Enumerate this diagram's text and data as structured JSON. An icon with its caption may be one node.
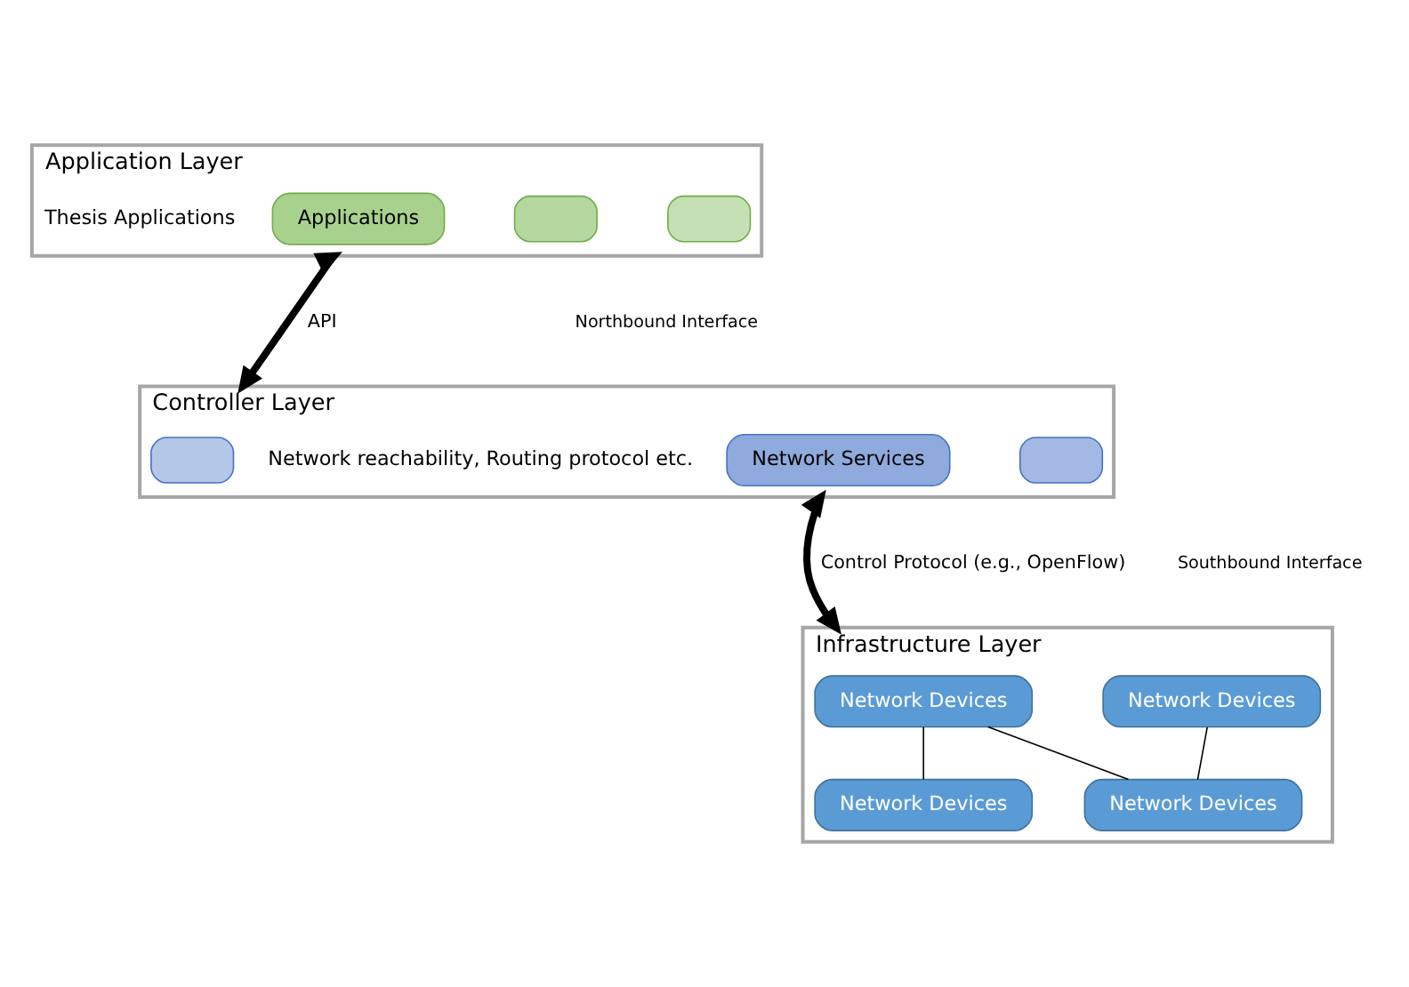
{
  "diagram": {
    "nodes": [
      {
        "text": [
          "Application Layer"
        ]
      },
      {
        "text": [],
        "shape": "box",
        "in": 0
      },
      {
        "text": [],
        "shape": "box",
        "in": 0
      },
      {
        "text": [
          "Applications"
        ],
        "in": 0,
        "beside": [
          "Thesis Applications"
        ]
      },
      {
        "text": [
          "Controller Layer"
        ]
      },
      {
        "text": [],
        "shape": "box",
        "in": 4
      },
      {
        "text": [],
        "shape": "box",
        "in": 4
      },
      {
        "text": [
          "Network Services"
        ],
        "in": 4,
        "beside": [
          "Network reachability, Routing protocol etc."
        ]
      },
      {
        "text": [
          "Infrastructure Layer"
        ]
      },
      {
        "text": [
          "Network Devices"
        ],
        "in": 8
      },
      {
        "text": [
          "Network Devices"
        ],
        "in": 8
      },
      {
        "text": [
          "Network Devices"
        ],
        "in": 8
      },
      {
        "text": [
          "Network Devices"
        ],
        "in": 8
      }
    ],
    "edges": [
      {
        "from": 0,
        "to": 4,
        "arrow": "both",
        "label": "API",
        "style": "thick"
      },
      {
        "from": 4,
        "to": 8,
        "arrow": "both",
        "label": "Control Protocol (e.g., OpenFlow)",
        "style": "thick"
      },
      {
        "from": 9,
        "to": 11,
        "arrow": "none"
      },
      {
        "from": 9,
        "to": 12,
        "arrow": "none"
      },
      {
        "from": 10,
        "to": 12,
        "arrow": "none"
      }
    ],
    "labels": [
      "Northbound Interface",
      "Southbound Interface"
    ]
  }
}
